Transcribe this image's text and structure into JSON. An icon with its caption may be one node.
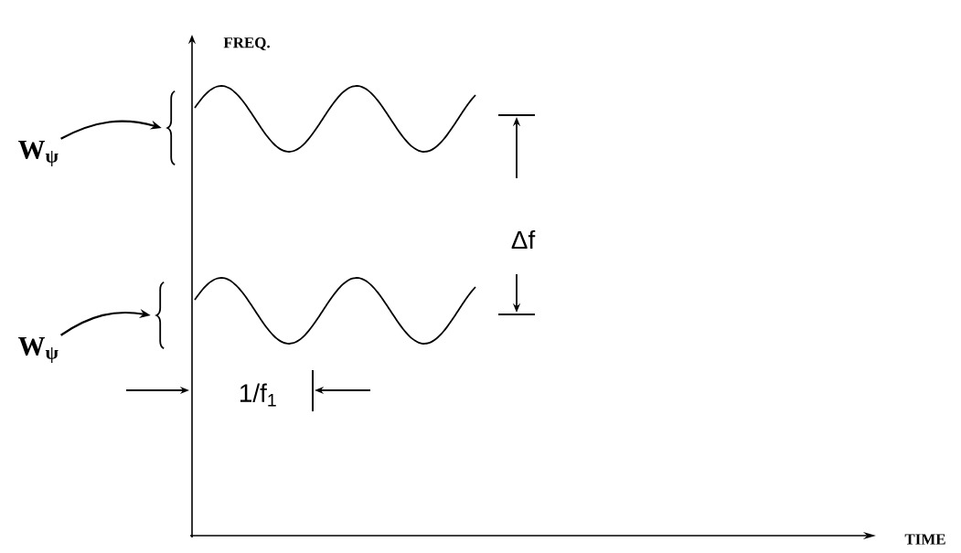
{
  "diagram": {
    "nodes": [
      {
        "text": [
          "W$_{ψ}$"
        ]
      },
      {
        "text": [],
        "shape": "brace"
      },
      {
        "text": [
          "W$_{ψ}$"
        ]
      },
      {
        "text": [],
        "shape": "brace"
      }
    ],
    "edges": [
      {
        "from": 0,
        "to": 1,
        "arrow": "to"
      },
      {
        "from": 2,
        "to": 3,
        "arrow": "to"
      }
    ],
    "labels": [
      "FREQ.",
      "Δf",
      "1/f$_{1}$",
      "TIME"
    ]
  }
}
